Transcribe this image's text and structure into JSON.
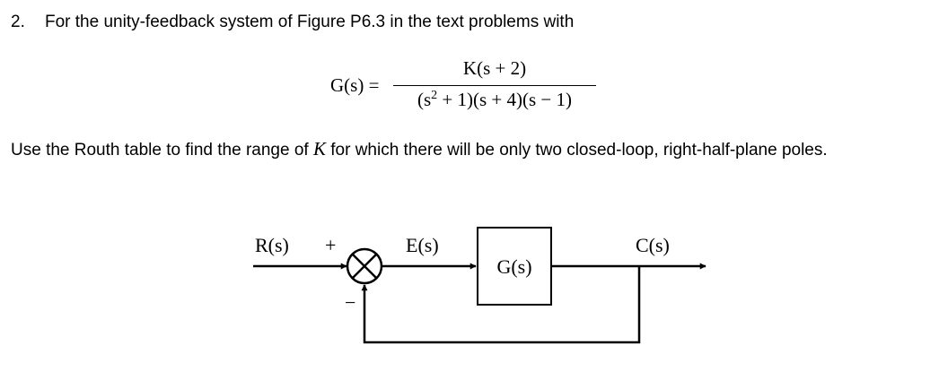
{
  "problem": {
    "number": "2.",
    "statement": "For the unity-feedback system of Figure P6.3 in the text problems with"
  },
  "equation": {
    "lhs": "G(s) =",
    "numerator": "K(s + 2)",
    "denominator_part1": "(s",
    "denominator_exp": "2",
    "denominator_part2": " + 1)(s + 4)(s − 1)"
  },
  "instruction": {
    "before": "Use the Routh table to find the range of ",
    "variable": "K",
    "after": " for which there will be only two closed-loop, right-half-plane poles."
  },
  "diagram": {
    "input_label": "R(s)",
    "plus_sign": "+",
    "minus_sign": "−",
    "error_label": "E(s)",
    "block_label": "G(s)",
    "output_label": "C(s)"
  }
}
